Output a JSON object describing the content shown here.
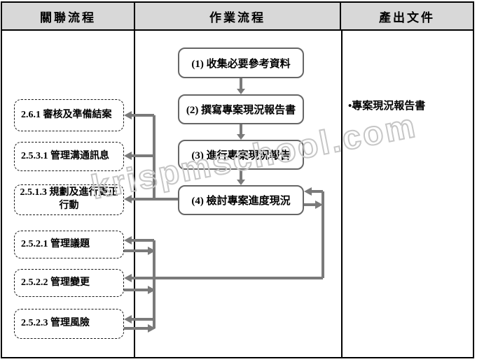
{
  "header": {
    "col1": "關聯流程",
    "col2": "作業流程",
    "col3": "產出文件"
  },
  "process": {
    "boxes": [
      {
        "label": "(1) 收集必要參考資料"
      },
      {
        "label": "(2) 撰寫專案現況報告書"
      },
      {
        "label": "(3) 進行專案現況報告"
      },
      {
        "label": "(4) 檢討專案進度現況"
      }
    ]
  },
  "related": {
    "boxes": [
      {
        "label": "2.6.1 審核及準備結案"
      },
      {
        "label": "2.5.3.1 管理溝通訊息"
      },
      {
        "label": "2.5.1.3 規劃及進行更正行動"
      },
      {
        "label": "2.5.2.1 管理議題"
      },
      {
        "label": "2.5.2.2 管理變更"
      },
      {
        "label": "2.5.2.3 管理風險"
      }
    ]
  },
  "outputs": {
    "bullet": "•",
    "label": "專案現況報告書"
  },
  "watermark": "krispmschool.com",
  "colors": {
    "header_bg": "#d8d8d8",
    "connector": "#7a7a7a",
    "process_box_border": "#666666",
    "dashed_box_border": "#1a1a1a",
    "frame_border": "#000000",
    "watermark": "#c6c6c6"
  }
}
